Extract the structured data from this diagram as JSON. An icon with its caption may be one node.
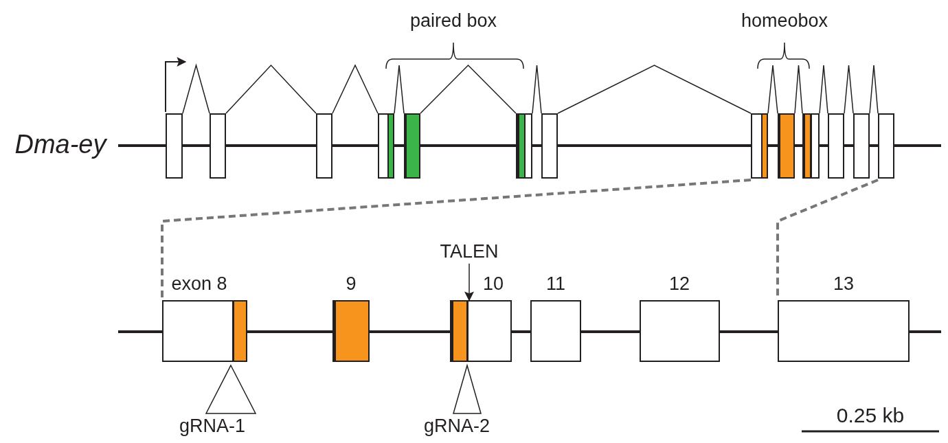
{
  "diagram": {
    "nodes": [
      {
        "text": [],
        "shape": "box"
      },
      {
        "text": [],
        "shape": "box"
      },
      {
        "text": [],
        "shape": "box"
      },
      {
        "text": [],
        "shape": "box"
      },
      {
        "text": [],
        "shape": "box"
      },
      {
        "text": [],
        "shape": "box"
      },
      {
        "text": [],
        "shape": "box"
      },
      {
        "text": [],
        "shape": "box"
      },
      {
        "text": [],
        "shape": "box"
      },
      {
        "text": [],
        "shape": "box"
      },
      {
        "text": [],
        "shape": "box"
      },
      {
        "text": [],
        "shape": "box"
      },
      {
        "text": [],
        "shape": "box"
      },
      {
        "text": [
          "exon 8"
        ]
      },
      {
        "text": [
          "9"
        ]
      },
      {
        "text": [
          "10"
        ]
      },
      {
        "text": [
          "11"
        ]
      },
      {
        "text": [
          "12"
        ]
      },
      {
        "text": [
          "13"
        ]
      },
      {
        "text": [
          "TALEN"
        ]
      },
      {
        "text": [],
        "shape": "triangle",
        "beside": [
          "gRNA-1"
        ]
      },
      {
        "text": [],
        "shape": "triangle",
        "beside": [
          "gRNA-2"
        ]
      }
    ],
    "edges": [
      {
        "from": 0,
        "to": 1,
        "arrow": "none"
      },
      {
        "from": 1,
        "to": 2,
        "arrow": "none"
      },
      {
        "from": 2,
        "to": 3,
        "arrow": "none"
      },
      {
        "from": 3,
        "to": 4,
        "arrow": "none"
      },
      {
        "from": 4,
        "to": 5,
        "arrow": "none"
      },
      {
        "from": 5,
        "to": 6,
        "arrow": "none"
      },
      {
        "from": 6,
        "to": 7,
        "arrow": "none"
      },
      {
        "from": 7,
        "to": 8,
        "arrow": "none"
      },
      {
        "from": 8,
        "to": 9,
        "arrow": "none"
      },
      {
        "from": 9,
        "to": 10,
        "arrow": "none"
      },
      {
        "from": 10,
        "to": 11,
        "arrow": "none"
      },
      {
        "from": 11,
        "to": 12,
        "arrow": "none"
      },
      {
        "from": 7,
        "to": 13,
        "arrow": "none",
        "style": "dashed",
        "color": "#777777"
      },
      {
        "from": 12,
        "to": 18,
        "arrow": "none",
        "style": "dashed",
        "color": "#777777"
      },
      {
        "from": 19,
        "to": 15,
        "arrow": "to"
      }
    ],
    "labels": [
      "paired box",
      "homeobox",
      "Dma-ey",
      "0.25 kb"
    ]
  }
}
